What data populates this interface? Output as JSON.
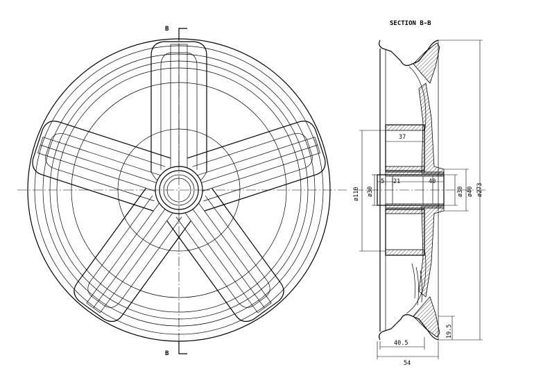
{
  "drawing": {
    "section_marker_top": "B",
    "section_marker_bottom": "B",
    "section_title": "SECTION B-B"
  },
  "dimensions": {
    "d110": "ø110",
    "d30_left": "ø30",
    "d30_right": "ø30",
    "d40": "ø40",
    "d273": "ø273",
    "len37": "37",
    "len5": "5",
    "len21": "21",
    "len40": "40",
    "len19_5": "19.5",
    "len40_5": "40.5",
    "len54": "54"
  },
  "theme": {
    "line_color": "#000000",
    "background": "#ffffff"
  }
}
